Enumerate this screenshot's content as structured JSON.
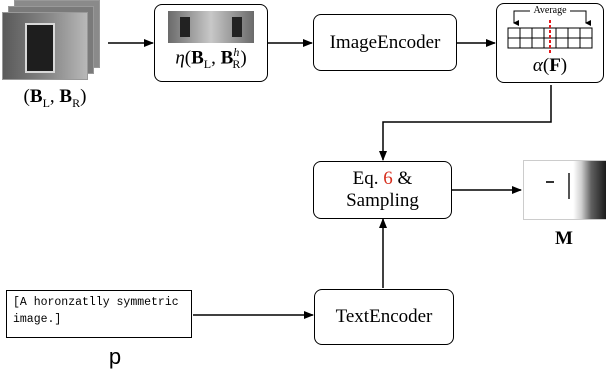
{
  "nodes": {
    "input_pair": {
      "label": "(B_L, B_R)"
    },
    "processed_pair": {
      "label": "η(B_L, B^h_R)"
    },
    "image_encoder": {
      "label": "ImageEncoder"
    },
    "feature_avg": {
      "average_label": "Average",
      "label": "α(F)"
    },
    "sampling": {
      "line1_prefix": "Eq. ",
      "eq_ref": "6",
      "line1_suffix": " &",
      "line2": "Sampling"
    },
    "mask": {
      "label": "M"
    },
    "prompt": {
      "text": "[A horonzatlly symmetric image.]",
      "label": "p"
    },
    "text_encoder": {
      "label": "TextEncoder"
    }
  },
  "colors": {
    "reference": "#d7301f",
    "divider": "#e41a1c"
  }
}
